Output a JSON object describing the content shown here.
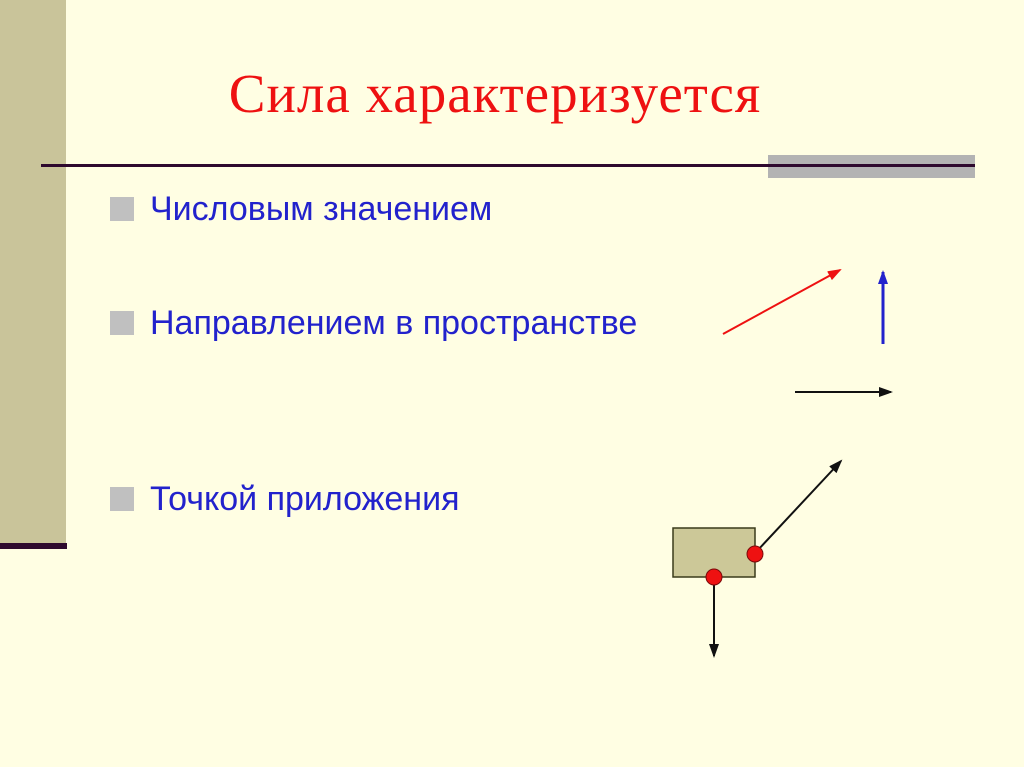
{
  "slide": {
    "title": "Сила характеризуется",
    "bullets": [
      {
        "label": "Числовым значением"
      },
      {
        "label": "Направлением в пространстве"
      },
      {
        "label": "Точкой приложения"
      }
    ]
  },
  "icons": {
    "bullet_marker": "square-icon",
    "vector_shapes": [
      "red-direction-arrow",
      "blue-vertical-arrow",
      "black-horizontal-arrow",
      "diagonal-force-arrow",
      "downward-force-arrow",
      "application-point-dot"
    ]
  },
  "colors": {
    "background": "#FFFEE3",
    "sidebar": "#C9C49A",
    "divider": "#2E092E",
    "title_red": "#EE1111",
    "accent_gray_bar": "#B3B3B3",
    "bullet_square_gray": "#C0C0C0",
    "bullet_text_blue": "#2222CC",
    "arrow_red": "#EE1111",
    "arrow_blue": "#2222CC",
    "arrow_black": "#111111",
    "diagram_box_fill": "#CCC898",
    "diagram_box_border": "#3A3A1A",
    "application_point_red": "#EE1111",
    "application_point_outline": "#7A0A0A"
  }
}
